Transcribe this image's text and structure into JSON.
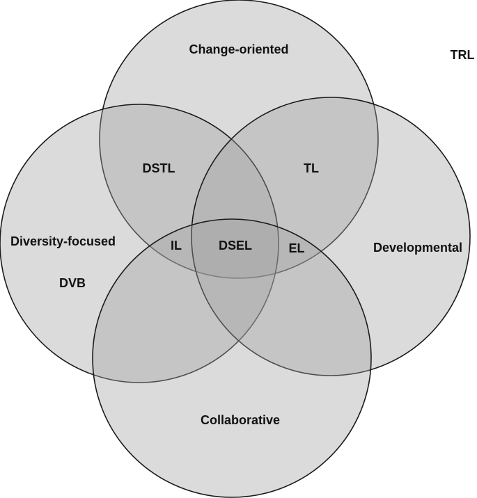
{
  "sets": {
    "change_oriented": "Change-oriented",
    "diversity_focused": "Diversity-focused",
    "developmental": "Developmental",
    "collaborative": "Collaborative"
  },
  "regions": {
    "dstl": "DSTL",
    "tl": "TL",
    "il": "IL",
    "dsel": "DSEL",
    "el": "EL",
    "dvb": "DVB",
    "trl": "TRL"
  }
}
